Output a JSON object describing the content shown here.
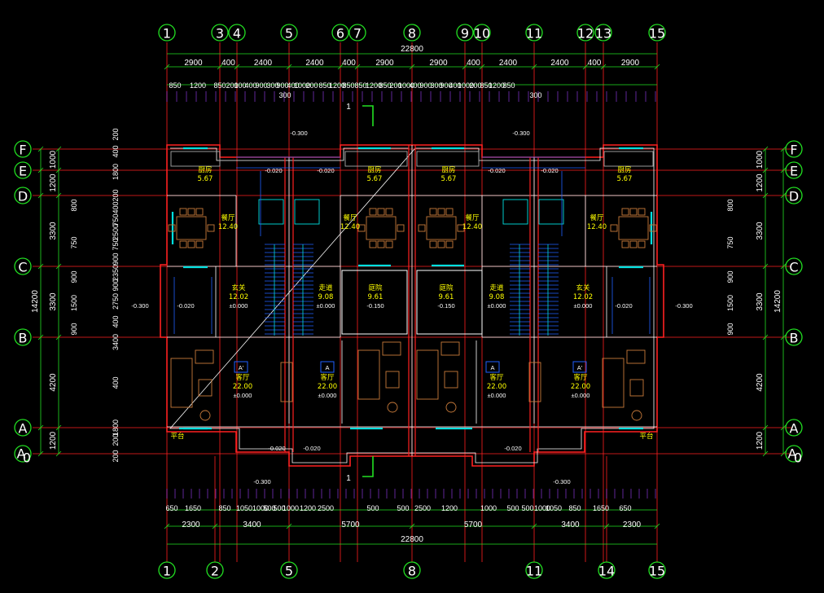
{
  "axes_top": [
    "1",
    "3",
    "4",
    "5",
    "6",
    "7",
    "8",
    "9",
    "10",
    "11",
    "12",
    "13",
    "15"
  ],
  "axes_bottom": [
    "1",
    "2",
    "5",
    "8",
    "11",
    "14",
    "15"
  ],
  "axes_rows": [
    "F",
    "E",
    "D",
    "C",
    "B",
    "A",
    "A0"
  ],
  "dims": {
    "total": "22800",
    "top_row1": [
      "2900",
      "400",
      "2400",
      "2400",
      "400",
      "2900",
      "2900",
      "400",
      "2400",
      "2400",
      "400",
      "2900"
    ],
    "top_row2": [
      "850",
      "1200",
      "850",
      "200",
      "100",
      "400",
      "900",
      "300",
      "900",
      "400",
      "1000",
      "200",
      "850",
      "1200",
      "850",
      "850",
      "1200",
      "850",
      "200",
      "1000",
      "400",
      "900",
      "300",
      "900",
      "400",
      "1000",
      "200",
      "850",
      "1200",
      "850"
    ],
    "bottom_row1": [
      "650",
      "1650",
      "850",
      "1050",
      "1000",
      "500",
      "500",
      "1000",
      "1200",
      "2500",
      "500",
      "500",
      "2500",
      "1200",
      "1000",
      "500",
      "500",
      "1000",
      "1050",
      "850",
      "1650",
      "650"
    ],
    "bottom_row2": [
      "2300",
      "3400",
      "5700",
      "5700",
      "3400",
      "2300"
    ],
    "left_row1": [
      "1000",
      "1200",
      "3300",
      "3300",
      "4200",
      "1200"
    ],
    "left_total": "14200",
    "right_row1": [
      "1000",
      "1200",
      "3300",
      "3300",
      "4200",
      "1200"
    ],
    "right_total": "14200",
    "left_inner": [
      "200",
      "400",
      "1800",
      "200",
      "400",
      "750",
      "2500",
      "750",
      "900",
      "2350",
      "900",
      "2750",
      "400",
      "3400",
      "400",
      "1800",
      "200",
      "200"
    ]
  },
  "rooms": [
    {
      "name": "厨房",
      "area": "5.67"
    },
    {
      "name": "厨房",
      "area": "5.67"
    },
    {
      "name": "厨房",
      "area": "5.67"
    },
    {
      "name": "厨房",
      "area": "5.67"
    },
    {
      "name": "餐厅",
      "area": "12.40"
    },
    {
      "name": "餐厅",
      "area": "12.40"
    },
    {
      "name": "餐厅",
      "area": "12.40"
    },
    {
      "name": "餐厅",
      "area": "12.40"
    },
    {
      "name": "玄关",
      "area": "12.02",
      "level": "±0.000"
    },
    {
      "name": "走道",
      "area": "9.08",
      "level": "±0.000"
    },
    {
      "name": "庭院",
      "area": "9.61",
      "level": "-0.150"
    },
    {
      "name": "庭院",
      "area": "9.61",
      "level": "-0.150"
    },
    {
      "name": "走道",
      "area": "9.08",
      "level": "±0.000"
    },
    {
      "name": "玄关",
      "area": "12.02",
      "level": "±0.000"
    },
    {
      "name": "客厅",
      "area": "22.00",
      "level": "±0.000"
    },
    {
      "name": "客厅",
      "area": "22.00",
      "level": "±0.000"
    },
    {
      "name": "客厅",
      "area": "22.00",
      "level": "±0.000"
    },
    {
      "name": "客厅",
      "area": "22.00",
      "level": "±0.000"
    }
  ],
  "units": [
    "A'",
    "A",
    "A",
    "A'"
  ],
  "levels": [
    "-0.300",
    "-0.300",
    "-0.300",
    "-0.300",
    "-0.300",
    "-0.300",
    "-0.020",
    "-0.020",
    "-0.020",
    "-0.020",
    "-0.020",
    "-0.020",
    "-0.020",
    "-0.020",
    "-0.020"
  ],
  "section_mark": "1",
  "terrace": "平台",
  "colors": {
    "grid_axis": "#ff2020",
    "circle": "#22e022",
    "wall": "#ff2020",
    "wall2": "#ffffff",
    "window": "#00e0e0",
    "furniture": "#c87a3a",
    "stair": "#2060ff",
    "dimline": "#22e022",
    "tick": "#a040ff"
  }
}
